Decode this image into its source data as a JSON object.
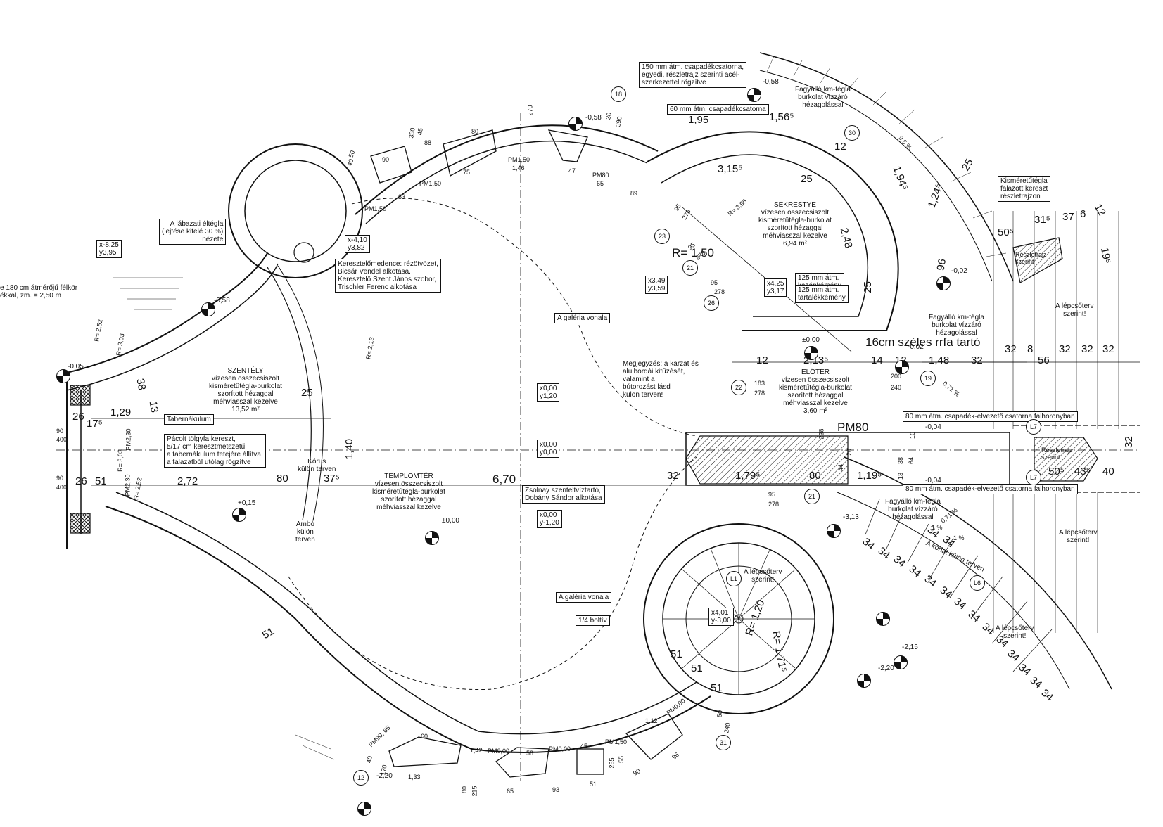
{
  "plan": {
    "boxes": {
      "gutter150": "150 mm átm. csapadékcsatorna,\negyedi, részletrajz szerinti acél-\nszerkezettel rögzítve",
      "gutter60": "60 mm átm. csapadékcsatorna",
      "plinth": "A lábazati éltégla\n(lejtése kifelé 30 %)\nnézete",
      "xy_825": "x-8,25\ny3,95",
      "radius180": "e 180 cm átmérőjű félkör\nékkal, zm. = 2,50 m",
      "xy_410": "x-4,10\ny3,82",
      "font": "Keresztelőmedence: rézötvözet,\nBicsár Vendel alkotása.\nKeresztelő Szent János szobor,\nTrischler Ferenc alkotása",
      "xy_349": "x3,49\ny3,59",
      "xy_425": "x4,25\ny3,17",
      "chimney": "125 mm átm.\nkazánkémény",
      "chimney2": "125 mm átm.\ntartalékkémény",
      "gallery1": "A galéria vonala",
      "gallery2": "A galéria vonala",
      "tabernacle": "Tabernákulum",
      "cross": "Pácolt tölgyfa kereszt,\n5/17 cm keresztmetszetű,\na tabernákulum tetejére állítva,\na falazatból utólag rögzítve",
      "xy_0_12": "x0,00\ny1,20",
      "xy_0_0": "x0,00\ny0,00",
      "xy_0_m12": "x0,00\ny-1,20",
      "zsolnay": "Zsolnay szenteltvíztartó,\nDobány Sándor alkotása",
      "vault": "1/4 boltív",
      "xy_401": "x4,01\ny-3,00",
      "smallbrick": "Kisméretűtégla\nfalazott kereszt\nrészletrajzon",
      "gutter80a": "80 mm átm. csapadék-elvezető csatorna falhoronyban",
      "gutter80b": "80 mm átm. csapadék-elvezető csatorna falhoronyban"
    },
    "notes": {
      "frost1": "Fagyálló km-tégla\nburkolat vízzáró\nhézagolással",
      "sacristy": "SEKRESTYE\nvízesen összecsiszolt\nkisméretűtégla-burkolat\nszorított hézaggal\nméhviasszal kezelve\n6,94 m²",
      "sanctuary": "SZENTÉLY\nvízesen összecsiszolt\nkisméretűtégla-burkolat\nszorított hézaggal\nméhviasszal kezelve\n13,52 m²",
      "nave": "TEMPLOMTÉR\nvízesen összecsiszolt\nkisméretűtégla-burkolat\nszorított hézaggal\nméhviasszal kezelve",
      "remark": "Megjegyzés: a karzat és\nalulbordái kitűzését,\nvalamint a\nbútorozást lásd\nkülön terven!",
      "vestibule": "ELŐTÉR\nvízesen összecsiszolt\nkisméretűtégla-burkolat\nszorított hézaggal\nméhviasszal kezelve\n3,60 m²",
      "rafter": "16cm széles rrfa tartó",
      "stairplan1": "A lépcsőterv\nszerint!",
      "stairplan2": "A lépcsőterv\nszerint!",
      "stairplan3": "A lépcsőterv\nszerint!",
      "stairplan4": "A lépcsőterv\nszerint!",
      "railing": "A korlát külön terven",
      "frost2": "Fagyálló km-tégla\nburkolat vízzáró\nhézagolással",
      "frost3": "Fagyálló km-tégla\nburkolat vízzáró\nhézagolással",
      "choir": "Kórus\nkülön terven",
      "ambo": "Ambó\nkülön\nterven",
      "detail1": "Részletrajz\nszerint",
      "detail2": "Részletrajz\nszerint",
      "pm80": "PM80"
    },
    "dims": {
      "d_195": "1,95",
      "d_1565": "1,56⁵",
      "d_3155": "3,15⁵",
      "d_25a": "25",
      "d_25b": "25",
      "d_248": "2,48",
      "d_r150": "R= 1,50",
      "d_96": "96",
      "d_25c": "25",
      "d_2135": "2,13⁵",
      "d_12": "12",
      "d_14": "14",
      "d_12b": "12",
      "d_148": "1,48",
      "d_32a": "32",
      "d_32b": "32",
      "d_8": "8",
      "d_56": "56",
      "d_32c": "32",
      "d_32d": "32",
      "d_32e": "32",
      "d_129": "1,29",
      "d_26": "26",
      "d_175": "17⁵",
      "d_38": "38",
      "d_13": "13",
      "d_272": "2,72",
      "d_80": "80",
      "d_375": "37⁵",
      "d_670": "6,70",
      "d_32f": "32",
      "d_1795": "1,79⁵",
      "d_80b": "80",
      "d_1195": "1,19⁵",
      "d_26b": "26",
      "d_51": "51",
      "d_140": "1,40",
      "d_51b": "51",
      "d_51c": "51",
      "d_51d": "51",
      "d_51e": "51",
      "d_505": "50⁵",
      "d_315": "31⁵",
      "d_375b": "37",
      "d_6": "6",
      "d_12c": "12",
      "d_195b": "19⁵",
      "d_1245": "1,24⁵",
      "d_945": "1,94⁵",
      "d_12d": "12",
      "d_505b": "50⁵",
      "d_435": "43⁵",
      "d_40": "40",
      "d_r171": "R= 1,71⁵",
      "d_r120": "R= 1,20",
      "d_32g": "32",
      "d_25d": "25"
    },
    "stairs": [
      "34",
      "34",
      "34",
      "34",
      "34",
      "34",
      "34",
      "34",
      "34",
      "34",
      "34",
      "34",
      "34",
      "34",
      "34",
      "34"
    ],
    "small": {
      "s_83": "83",
      "s_75": "75",
      "s_47": "47",
      "s_89": "89",
      "s_80": "80",
      "s_88": "88",
      "s_90": "90",
      "s_pm150a": "PM1,50",
      "s_146": "1,46",
      "s_pm150b": "PM1,50",
      "s_pm150c": "PM1,50",
      "s_pm80": "PM80",
      "s_65": "65",
      "s_270": "270",
      "s_330": "330",
      "s_45": "45",
      "s_40": "40",
      "s_50": "50",
      "s_30": "30",
      "s_390": "390",
      "s_90b": "90",
      "s_400": "400",
      "s_90c": "90",
      "s_400b": "400",
      "s_pm230a": "PM2,30",
      "s_pm230b": "PM2,30",
      "s_r303a": "R= 3,03",
      "s_r252a": "R= 2,52",
      "s_r252b": "R= 2,52",
      "s_r303b": "R= 3,03",
      "s_r213": "R= 2,13",
      "s_r396": "R= 3,96",
      "s_183": "183",
      "s_278a": "278",
      "s_200": "200",
      "s_240": "240",
      "s_95": "95",
      "s_278b": "278",
      "s_95b": "95",
      "s_278c": "278",
      "s_95c": "95",
      "s_278d": "278",
      "s_95d": "95",
      "s_278e": "278",
      "s_pm965": "PM90, 65",
      "s_60": "60",
      "s_142": "1,42",
      "s_pm000": "PM0,00",
      "s_58": "58",
      "s_pm000b": "PM0,00",
      "s_45b": "45",
      "s_pm150d": "PM1,50",
      "s_112": "1,12",
      "s_pm000c": "PM0,00",
      "s_133": "1,33",
      "s_65b": "65",
      "s_93": "93",
      "s_51f": "51",
      "s_90d": "90",
      "s_96": "96",
      "s_40b": "40",
      "s_170": "170",
      "s_80c": "80",
      "s_215": "215",
      "s_255": "255",
      "s_55": "55",
      "s_50b": "50",
      "s_240b": "240",
      "s_pct1": "1 %",
      "s_pct2": "0,71 %",
      "s_pct3": "1 %",
      "s_pct4": "0,71 %",
      "s_pct5": "1 %",
      "s_pct6": "9,6 %",
      "s_238": "238",
      "s_20": "20",
      "s_44": "44",
      "s_64": "64",
      "s_38": "38",
      "s_13": "13",
      "s_10": "10"
    },
    "levels": {
      "l_058a": "-0,58",
      "l_058b": "-0,58",
      "l_058c": "-0,58",
      "l_005": "-0,05",
      "l_002a": "-0,02",
      "l_000a": "±0,00",
      "l_002b": "-0,02",
      "l_015": "+0,15",
      "l_000b": "±0,00",
      "l_004a": "-0,04",
      "l_004b": "-0,04",
      "l_313": "-3,13",
      "l_215": "-2,15",
      "l_220a": "-2,20",
      "l_220b": "-2,20"
    },
    "callouts": {
      "c18": "18",
      "c30": "30",
      "c23": "23",
      "c21a": "21",
      "c26": "26",
      "c22": "22",
      "c19": "19",
      "c21b": "21",
      "c31": "31",
      "c12": "12",
      "cl7a": "L7",
      "cl7b": "L7",
      "cl6": "L6",
      "cl1": "L1"
    }
  }
}
